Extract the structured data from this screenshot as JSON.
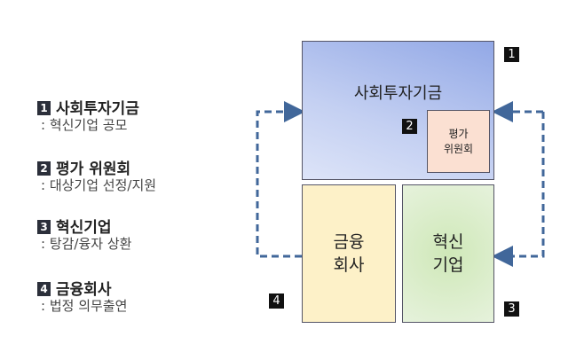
{
  "legend": [
    {
      "num": "1",
      "title": "사회투자기금",
      "desc": ": 혁신기업 공모"
    },
    {
      "num": "2",
      "title": "평가 위원회",
      "desc": ": 대상기업 선정/지원"
    },
    {
      "num": "3",
      "title": "혁신기업",
      "desc": ":  탕감/융자 상환"
    },
    {
      "num": "4",
      "title": "금융회사",
      "desc": ": 법정 의무출연"
    }
  ],
  "diagram": {
    "fund": "사회투자기금",
    "committee_line1": "평가",
    "committee_line2": "위원회",
    "finance_line1": "금융",
    "finance_line2": "회사",
    "innovation_line1": "혁신",
    "innovation_line2": "기업",
    "badges": [
      "1",
      "2",
      "3",
      "4"
    ]
  },
  "colors": {
    "arrow": "#41679a",
    "fund": "#9fb3e6",
    "committee": "#fbe0d2",
    "finance": "#fdf1c8",
    "innovation": "#d8edc4"
  }
}
